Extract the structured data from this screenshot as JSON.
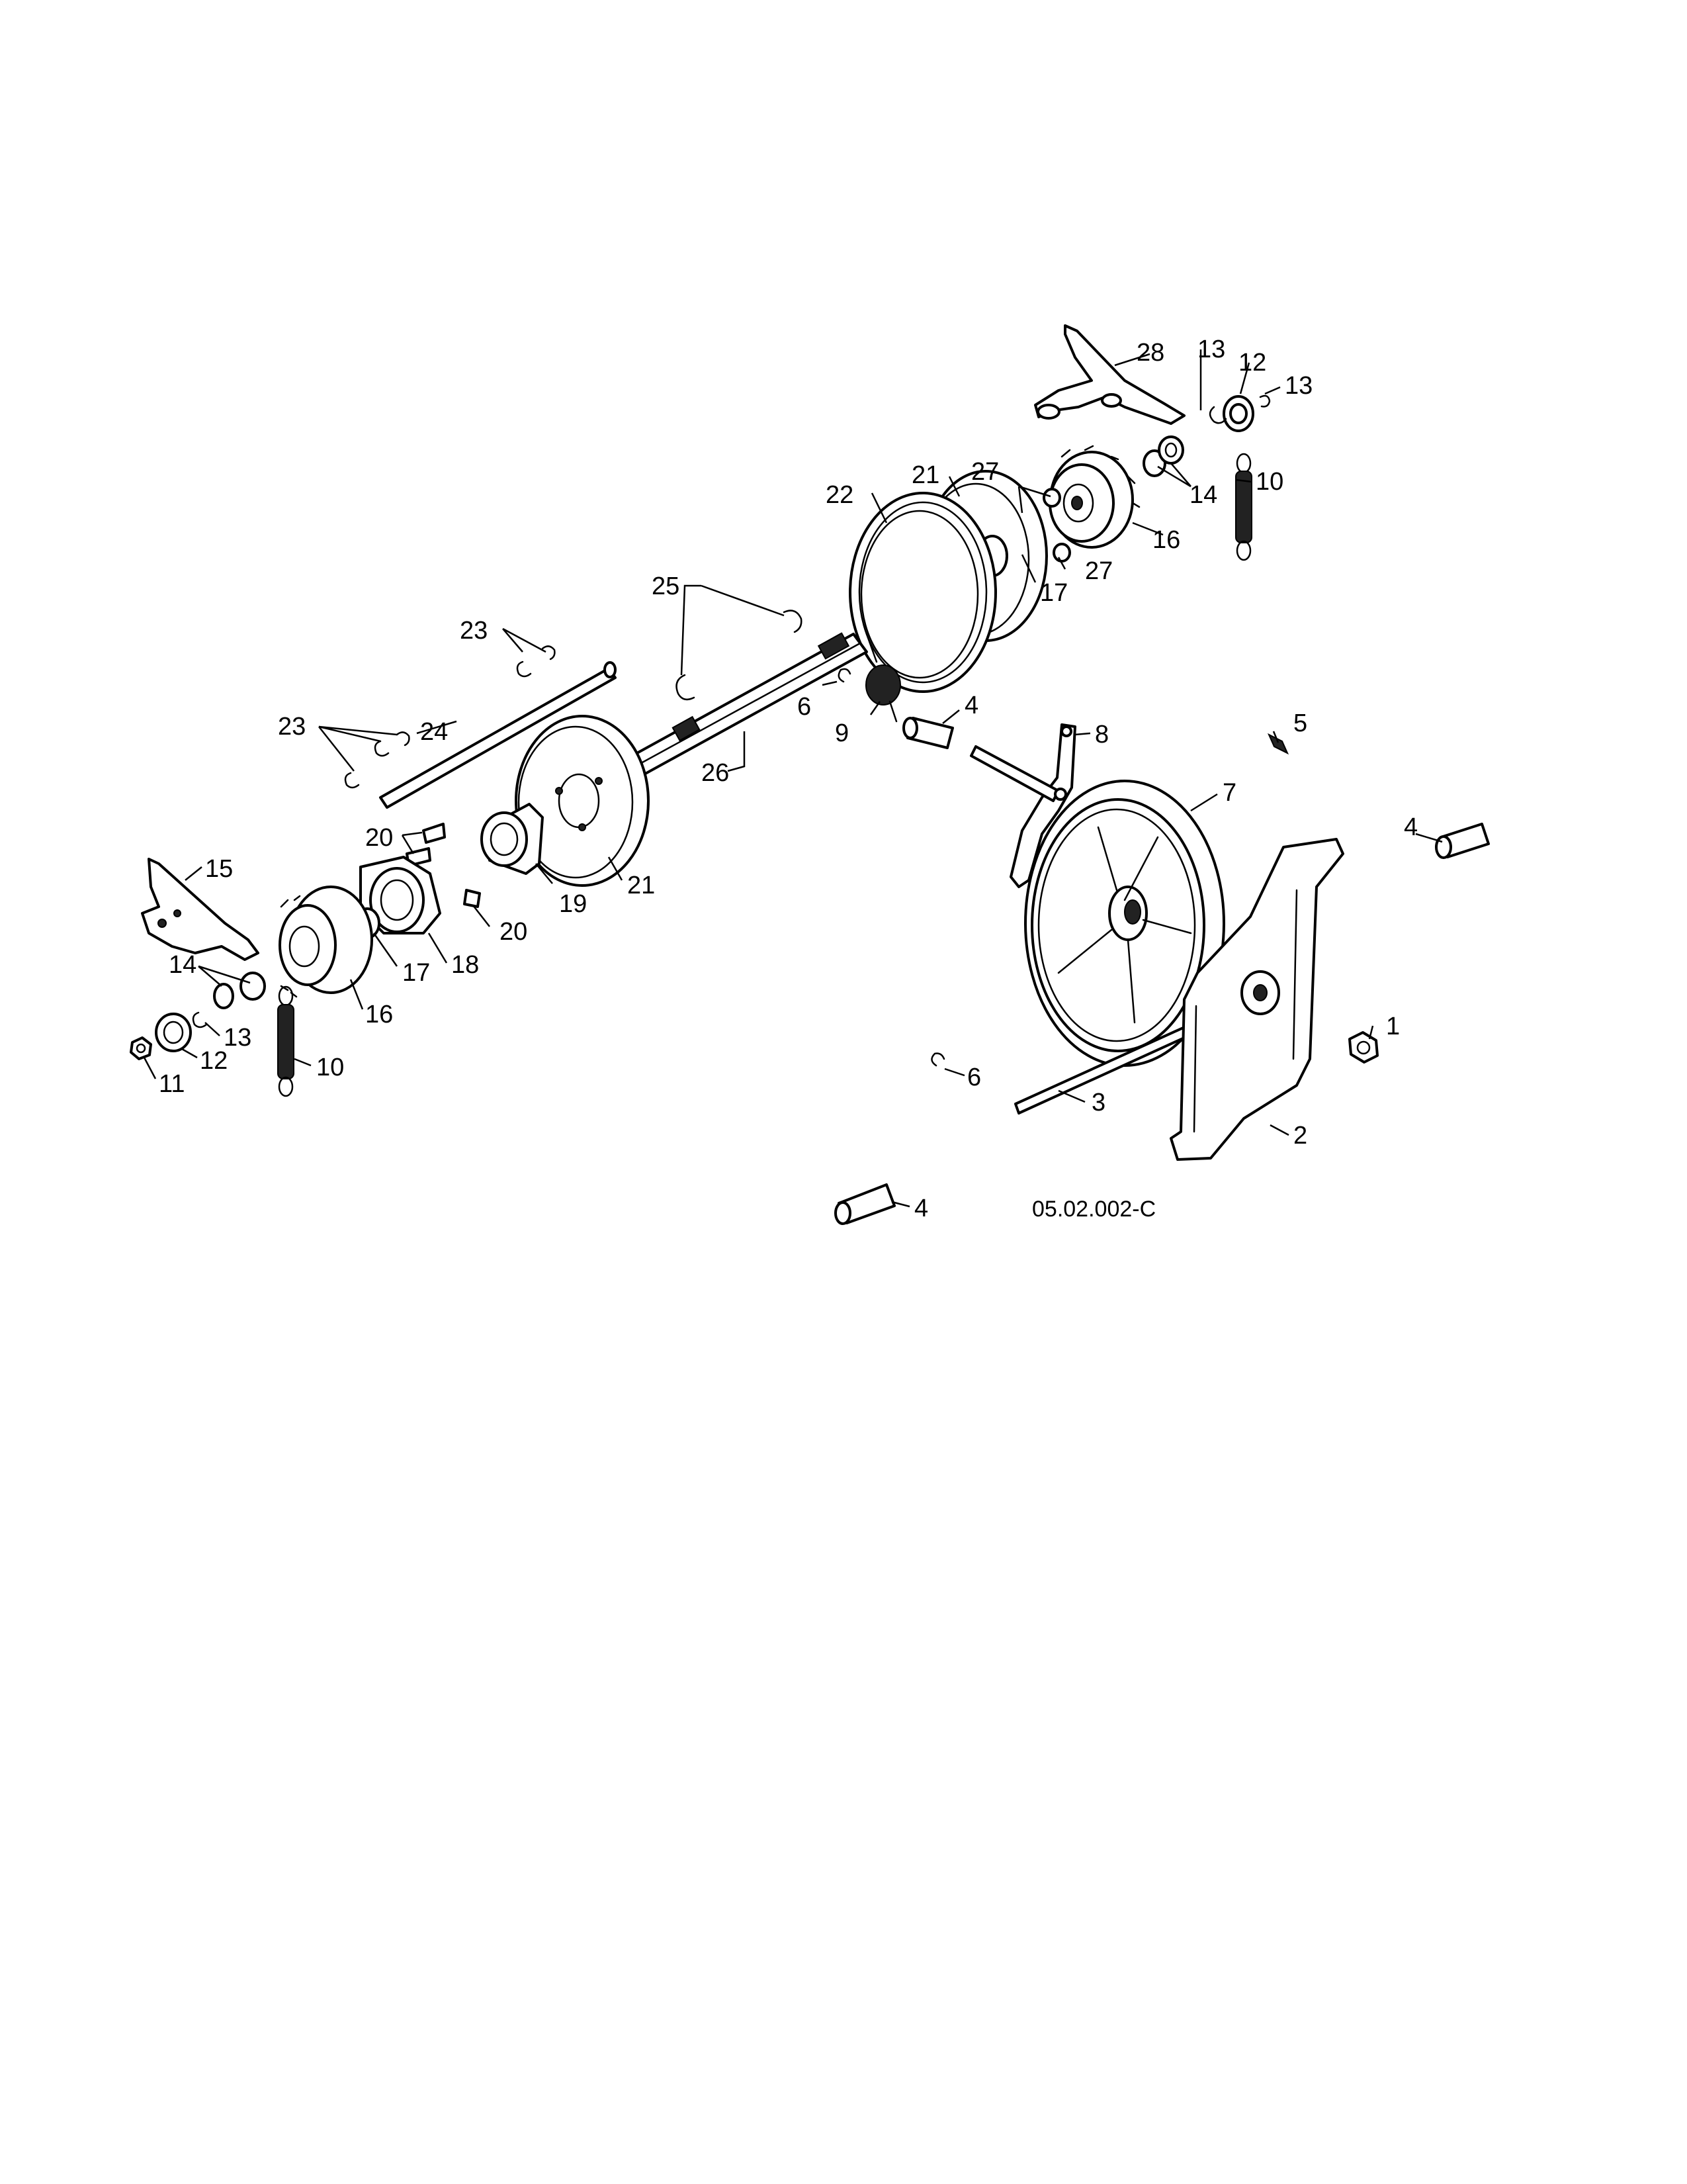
{
  "diagram": {
    "callouts": [
      {
        "id": "c1",
        "text": "1"
      },
      {
        "id": "c2",
        "text": "2"
      },
      {
        "id": "c3",
        "text": "3"
      },
      {
        "id": "c4a",
        "text": "4"
      },
      {
        "id": "c4b",
        "text": "4"
      },
      {
        "id": "c4c",
        "text": "4"
      },
      {
        "id": "c5",
        "text": "5"
      },
      {
        "id": "c6a",
        "text": "6"
      },
      {
        "id": "c6b",
        "text": "6"
      },
      {
        "id": "c7",
        "text": "7"
      },
      {
        "id": "c8",
        "text": "8"
      },
      {
        "id": "c9",
        "text": "9"
      },
      {
        "id": "c10a",
        "text": "10"
      },
      {
        "id": "c10b",
        "text": "10"
      },
      {
        "id": "c11",
        "text": "11"
      },
      {
        "id": "c12a",
        "text": "12"
      },
      {
        "id": "c12b",
        "text": "12"
      },
      {
        "id": "c13a",
        "text": "13"
      },
      {
        "id": "c13b",
        "text": "13"
      },
      {
        "id": "c13c",
        "text": "13"
      },
      {
        "id": "c14a",
        "text": "14"
      },
      {
        "id": "c14b",
        "text": "14"
      },
      {
        "id": "c15",
        "text": "15"
      },
      {
        "id": "c16a",
        "text": "16"
      },
      {
        "id": "c16b",
        "text": "16"
      },
      {
        "id": "c17a",
        "text": "17"
      },
      {
        "id": "c17b",
        "text": "17"
      },
      {
        "id": "c18",
        "text": "18"
      },
      {
        "id": "c19",
        "text": "19"
      },
      {
        "id": "c20a",
        "text": "20"
      },
      {
        "id": "c20b",
        "text": "20"
      },
      {
        "id": "c21a",
        "text": "21"
      },
      {
        "id": "c21b",
        "text": "21"
      },
      {
        "id": "c22",
        "text": "22"
      },
      {
        "id": "c23a",
        "text": "23"
      },
      {
        "id": "c23b",
        "text": "23"
      },
      {
        "id": "c24",
        "text": "24"
      },
      {
        "id": "c25",
        "text": "25"
      },
      {
        "id": "c26",
        "text": "26"
      },
      {
        "id": "c27a",
        "text": "27"
      },
      {
        "id": "c27b",
        "text": "27"
      },
      {
        "id": "c28",
        "text": "28"
      }
    ],
    "drawing_code": "05.02.002-C"
  }
}
